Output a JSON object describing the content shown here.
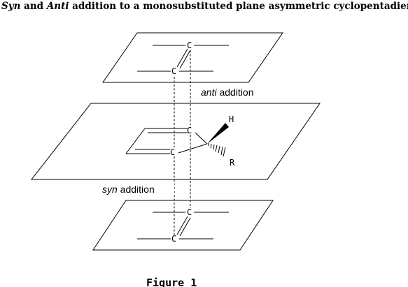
{
  "title": {
    "italic_1": "Syn",
    "and": " and ",
    "italic_2": "Anti",
    "rest": " addition to a monosubstituted plane asymmetric cyclopentadiene"
  },
  "labels": {
    "anti_italic": "anti",
    "syn_italic": "syn",
    "addition": " addition"
  },
  "atoms": {
    "carbon": "C",
    "hydrogen": "H",
    "substituent": "R"
  },
  "caption": "Figure 1"
}
